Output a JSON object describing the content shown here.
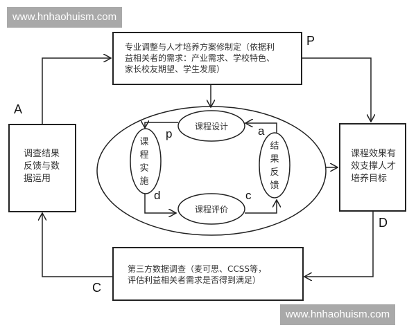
{
  "watermarks": {
    "top": "www.hnhaohuism.com",
    "bottom": "www.hnhaohuism.com"
  },
  "boxes": {
    "plan": "专业调整与人才培养方案修制定（依据利益相关者的需求：产业需求、学校特色、家长校友期望、学生发展）",
    "plan_lines": [
      "专业调整与人才培养方案修制定（依据利",
      "益相关者的需求：产业需求、学校特色、",
      "家长校友期望、学生发展）"
    ],
    "act_lines": [
      "调查结果",
      "反馈与数",
      "据运用"
    ],
    "do_lines": [
      "课程效果有",
      "效支撑人才",
      "培养目标"
    ],
    "check_lines": [
      "第三方数据调查（麦可思、CCSS等，",
      "评估利益相关者需求是否得到满足）"
    ]
  },
  "outer_labels": {
    "P": "P",
    "A": "A",
    "D": "D",
    "C": "C"
  },
  "inner_cycle": {
    "design": "课程设计",
    "implement": [
      "课",
      "程",
      "实",
      "施"
    ],
    "evaluate": "课程评价",
    "feedback": [
      "结",
      "果",
      "反",
      "馈"
    ],
    "labels": {
      "p": "p",
      "d": "d",
      "c": "c",
      "a": "a"
    }
  },
  "colors": {
    "line": "#222222",
    "text": "#333333",
    "watermark_bg": "#a9a9a9"
  }
}
